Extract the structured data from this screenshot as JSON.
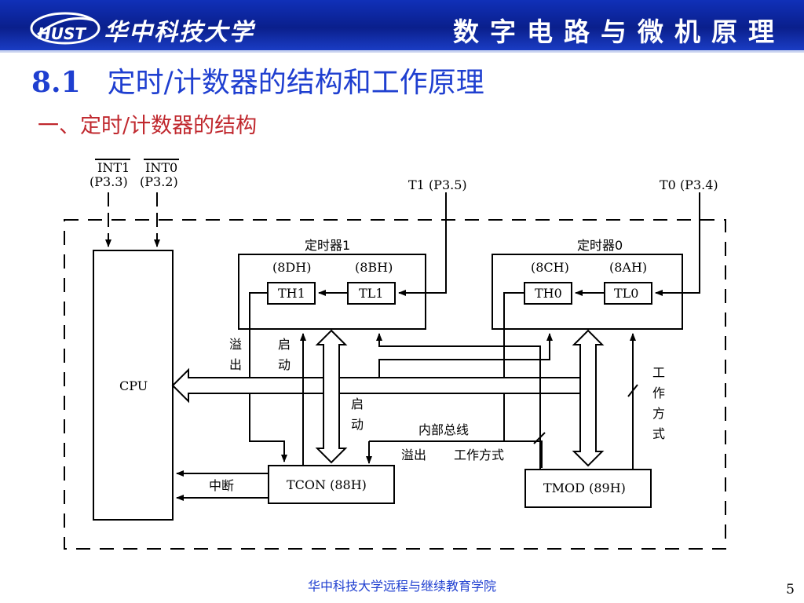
{
  "header": {
    "logo_text": "HUST",
    "university": "华中科技大学",
    "course": "数字电路与微机原理"
  },
  "title": {
    "number": "8.1",
    "text": "定时/计数器的结构和工作原理"
  },
  "subtitle": "一、定时/计数器的结构",
  "diagram": {
    "int1": "INT1",
    "int0": "INT0",
    "int1_pin": "(P3.3)",
    "int0_pin": "(P3.2)",
    "t1_pin": "T1 (P3.5)",
    "t0_pin": "T0 (P3.4)",
    "cpu": "CPU",
    "timer1": {
      "title": "定时器1",
      "th_addr": "(8DH)",
      "tl_addr": "(8BH)",
      "th": "TH1",
      "tl": "TL1"
    },
    "timer0": {
      "title": "定时器0",
      "th_addr": "(8CH)",
      "tl_addr": "(8AH)",
      "th": "TH0",
      "tl": "TL0"
    },
    "overflow_v": [
      "溢",
      "出"
    ],
    "start_v1": [
      "启",
      "动"
    ],
    "start_v2": [
      "启",
      "动"
    ],
    "mode_v": [
      "工",
      "作",
      "方",
      "式"
    ],
    "internal_bus": "内部总线",
    "overflow": "溢出",
    "work_mode": "工作方式",
    "interrupt": "中断",
    "tcon": "TCON (88H)",
    "tmod": "TMOD (89H)"
  },
  "footer": "华中科技大学远程与继续教育学院",
  "page": "5"
}
